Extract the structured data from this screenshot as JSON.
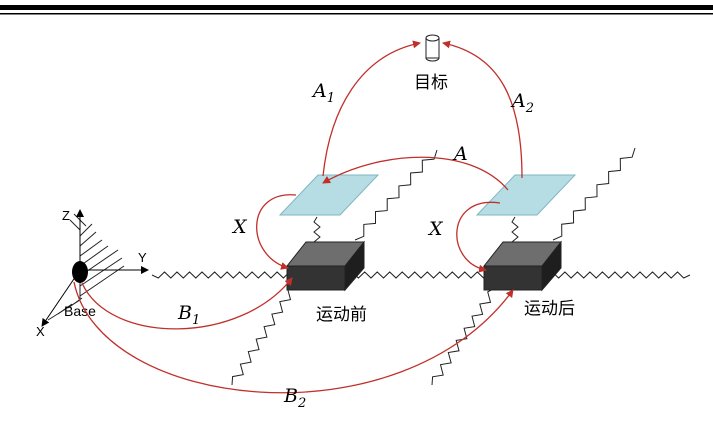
{
  "labels": {
    "target": "目标",
    "before_motion": "运动前",
    "after_motion": "运动后",
    "base": "Base",
    "axis_z": "Z",
    "axis_y": "Y",
    "axis_x": "X",
    "A": "A",
    "A1_main": "A",
    "A1_sub": "1",
    "A2_main": "A",
    "A2_sub": "2",
    "X_left": "X",
    "X_right": "X",
    "B1_main": "B",
    "B1_sub": "1",
    "B2_main": "B",
    "B2_sub": "2"
  },
  "colors": {
    "arc": "#c0302b",
    "plate": "#b7dde4",
    "block": "#333333",
    "base": "#000000"
  }
}
